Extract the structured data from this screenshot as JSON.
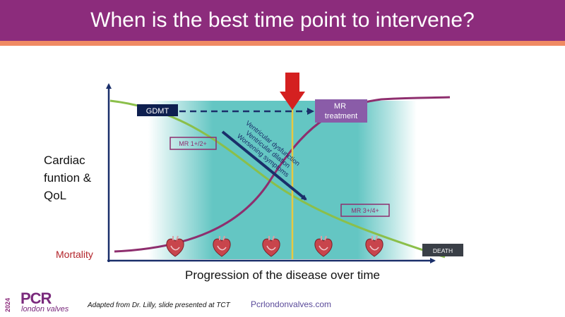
{
  "header": {
    "title": "When is the best time point to intervene?"
  },
  "diagram": {
    "y_label_lines": [
      "Cardiac",
      "funtion &",
      "QoL"
    ],
    "mortality_label": "Mortality",
    "x_label": "Progression of the disease over time",
    "gdmt_label": "GDMT",
    "mr_treatment_lines": [
      "MR",
      "treatment"
    ],
    "mr_early_label": "MR 1+/2+",
    "mr_late_label": "MR 3+/4+",
    "death_label": "DEATH",
    "diagonal_lines": [
      "Ventricular dysfunction",
      "Ventricular dilation",
      "Worsening symptoms"
    ],
    "heart_icon_count": 5,
    "colors": {
      "title_bar": "#8c2c7c",
      "accent": "#f08a63",
      "region": "#5cc3c0",
      "function_curve": "#8bbf4a",
      "mortality_curve": "#8e2e6e",
      "intervention_arrow": "#d42020",
      "intervention_line": "#e8c842",
      "navy": "#1a2f6a",
      "mr_box": "#8a5ca8"
    }
  },
  "footer": {
    "source": "Adapted from Dr. Lilly, slide presented at TCT",
    "website": "Pcrlondonvalves.com",
    "logo_year": "2024",
    "logo_main": "PCR",
    "logo_sub": "london valves"
  }
}
